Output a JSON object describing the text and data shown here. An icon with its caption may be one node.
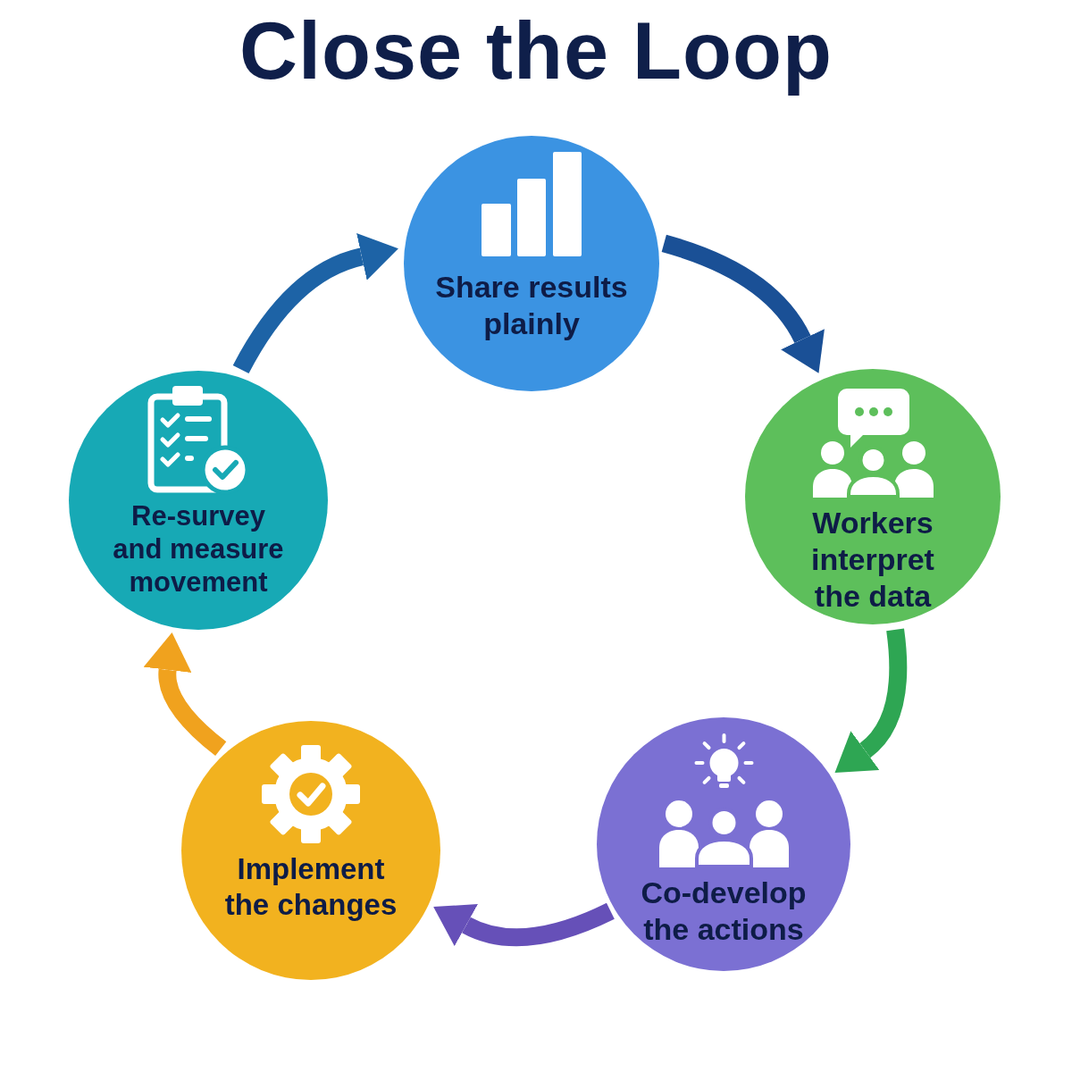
{
  "diagram": {
    "title": "Close the Loop",
    "nodes": [
      {
        "text": [
          "Share results plainly"
        ]
      },
      {
        "text": [
          "Workers interpret the data"
        ]
      },
      {
        "text": [
          "Co-develop the actions"
        ]
      },
      {
        "text": [
          "Implement the changes"
        ]
      },
      {
        "text": [
          "Re-survey and measure movement"
        ]
      }
    ],
    "edges": [
      {
        "from": 4,
        "to": 0,
        "arrow": "to",
        "color": "#1d63a6"
      },
      {
        "from": 0,
        "to": 1,
        "arrow": "to",
        "color": "#1a5096"
      },
      {
        "from": 1,
        "to": 2,
        "arrow": "to",
        "color": "#2ea653"
      },
      {
        "from": 2,
        "to": 3,
        "arrow": "to",
        "color": "#6650b8"
      },
      {
        "from": 3,
        "to": 4,
        "arrow": "to",
        "color": "#f0a21e"
      }
    ]
  }
}
